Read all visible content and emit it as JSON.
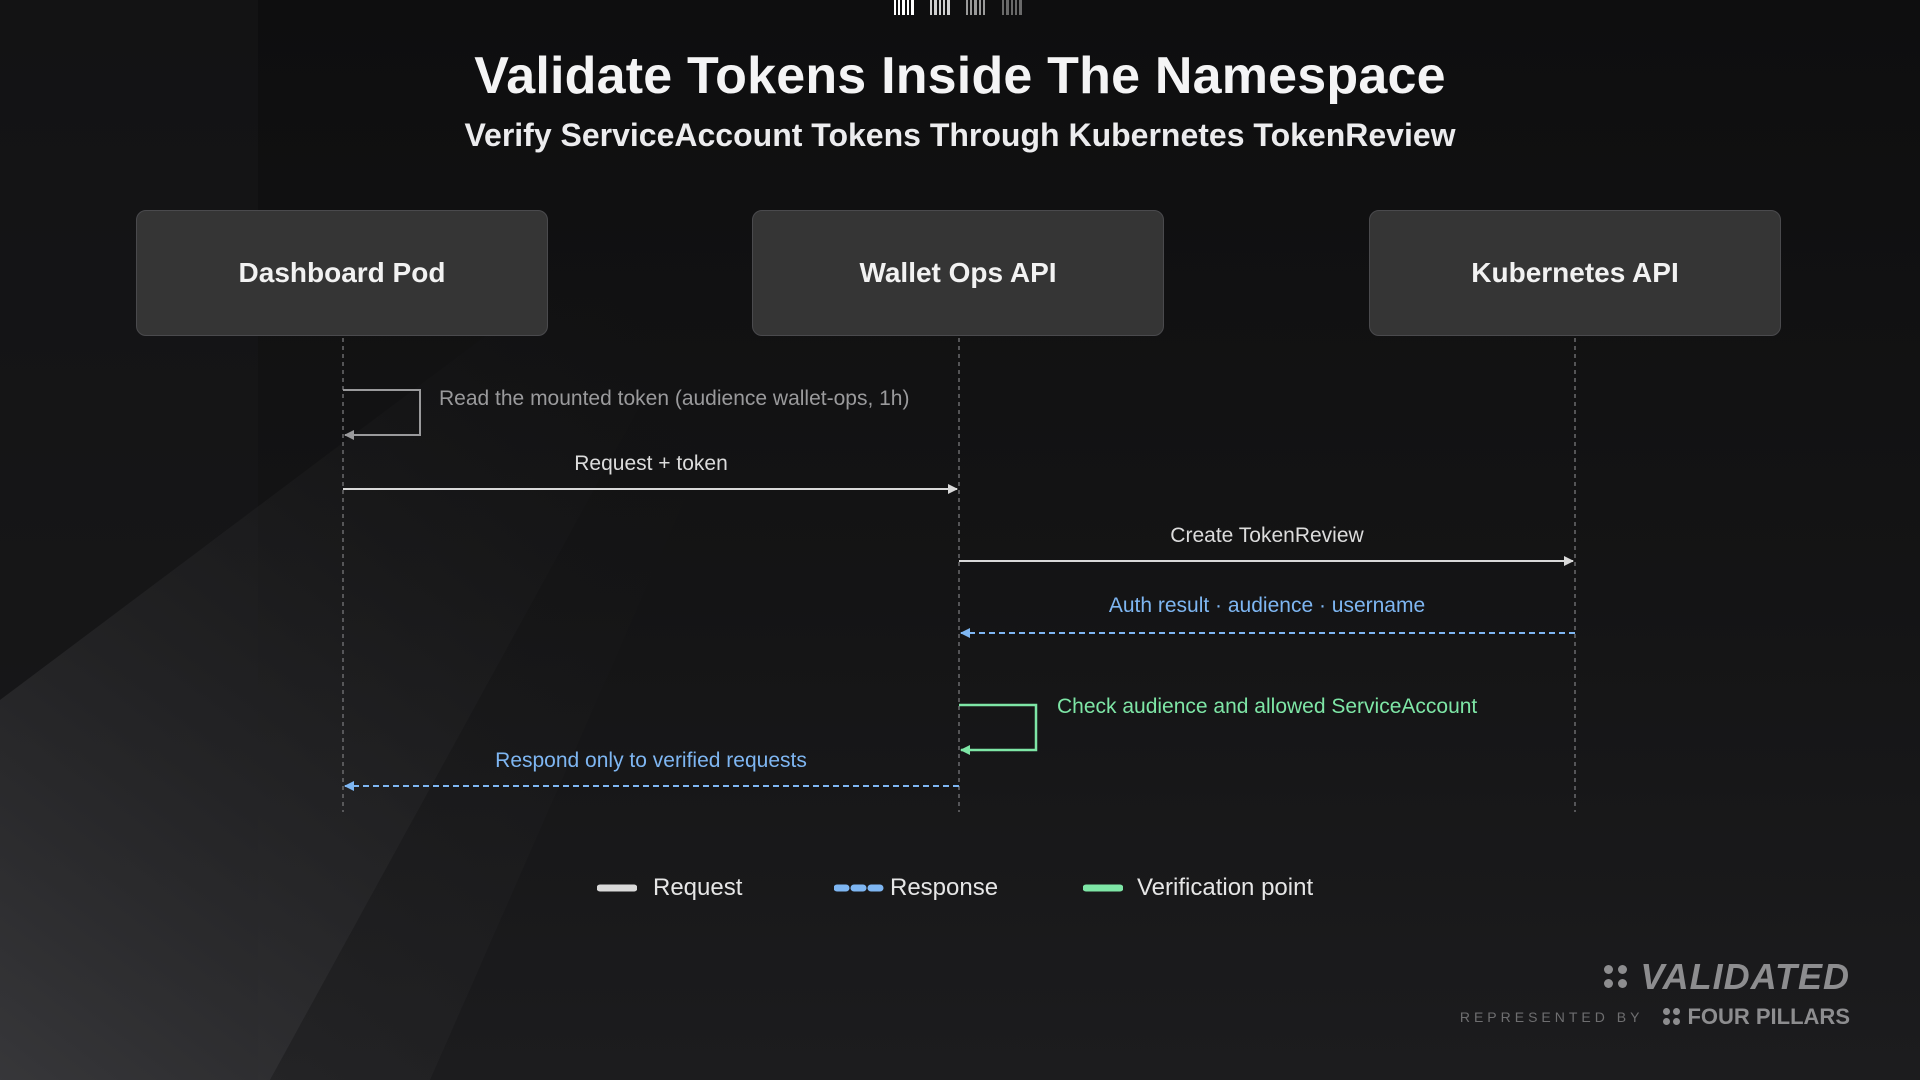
{
  "header": {
    "title": "Validate Tokens Inside The Namespace",
    "subtitle": "Verify ServiceAccount Tokens Through Kubernetes TokenReview"
  },
  "actors": [
    {
      "id": "dashboard",
      "label": "Dashboard Pod"
    },
    {
      "id": "wallet",
      "label": "Wallet Ops API"
    },
    {
      "id": "k8s",
      "label": "Kubernetes API"
    }
  ],
  "messages": [
    {
      "from": "dashboard",
      "to": "dashboard",
      "kind": "self-request",
      "label": "Read the mounted token (audience wallet-ops, 1h)"
    },
    {
      "from": "dashboard",
      "to": "wallet",
      "kind": "request",
      "label": "Request + token"
    },
    {
      "from": "wallet",
      "to": "k8s",
      "kind": "request",
      "label": "Create TokenReview"
    },
    {
      "from": "k8s",
      "to": "wallet",
      "kind": "response",
      "label": "Auth result · audience · username"
    },
    {
      "from": "wallet",
      "to": "wallet",
      "kind": "verification",
      "label": "Check audience and allowed ServiceAccount"
    },
    {
      "from": "wallet",
      "to": "dashboard",
      "kind": "response",
      "label": "Respond only to verified requests"
    }
  ],
  "legend": [
    {
      "kind": "request",
      "label": "Request"
    },
    {
      "kind": "response",
      "label": "Response"
    },
    {
      "kind": "verification",
      "label": "Verification point"
    }
  ],
  "colors": {
    "request": "#d9d9d9",
    "response": "#7eb6f2",
    "verification": "#7ee6a6",
    "self_request": "#9a9a9c",
    "actor_bg": "#353535"
  },
  "branding": {
    "name": "VALIDATED",
    "represented_by": "REPRESENTED BY",
    "partner": "FOUR PILLARS"
  }
}
